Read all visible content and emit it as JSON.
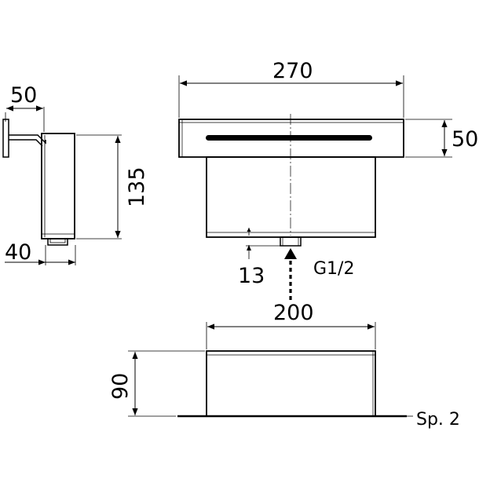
{
  "drawing": {
    "side_view": {
      "width_label": "50",
      "height_label": "135",
      "spout_label": "40"
    },
    "front_view": {
      "width_label": "270",
      "depth_label": "50",
      "offset_label": "13",
      "connection_label": "G1/2"
    },
    "bottom_view": {
      "width_label": "200",
      "height_label": "90",
      "note_label": "Sp. 2"
    }
  }
}
